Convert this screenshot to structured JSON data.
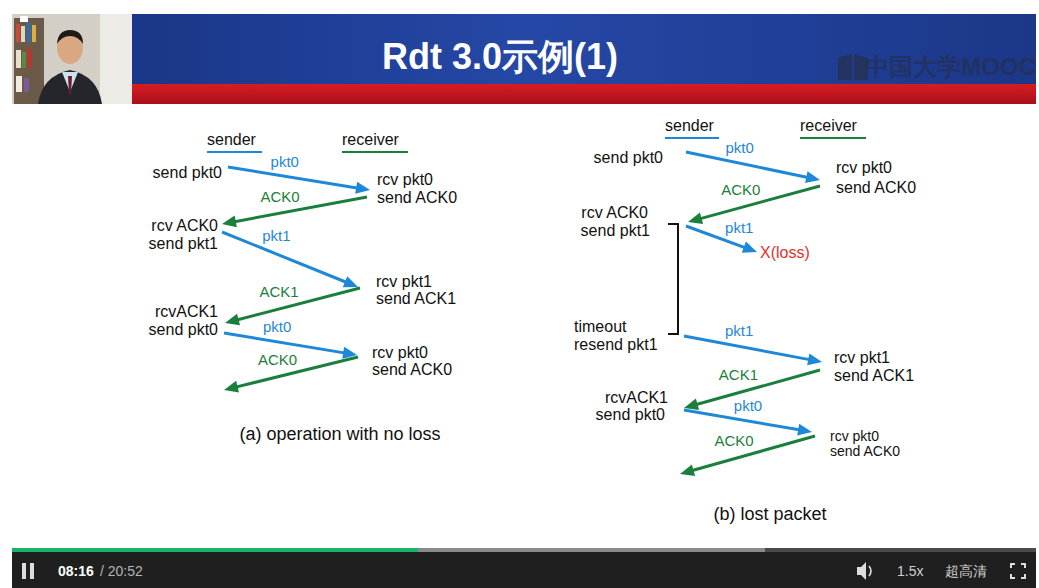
{
  "diagram": {
    "title": "Rdt 3.0示例(1)",
    "labels": [
      "中国大学MOOC",
      "sender",
      "receiver",
      "send pkt0",
      "pkt0",
      "rcv pkt0",
      "send ACK0",
      "ACK0",
      "rcv ACK0",
      "send pkt1",
      "pkt1",
      "rcv pkt1",
      "send ACK1",
      "ACK1",
      "rcvACK1",
      "send pkt0",
      "pkt0",
      "rcv pkt0",
      "send ACK0",
      "ACK0",
      "(a) operation with no loss",
      "sender",
      "receiver",
      "send pkt0",
      "pkt0",
      "rcv pkt0",
      "send ACK0",
      "ACK0",
      "rcv ACK0",
      "send pkt1",
      "pkt1",
      "X(loss)",
      "timeout",
      "resend pkt1",
      "pkt1",
      "rcv pkt1",
      "send ACK1",
      "ACK1",
      "rcvACK1",
      "send pkt0",
      "pkt0",
      "rcv pkt0",
      "send ACK0",
      "ACK0",
      "(b) lost packet",
      "08:16",
      "/ 20:52",
      "1.5x",
      "超高清"
    ]
  }
}
